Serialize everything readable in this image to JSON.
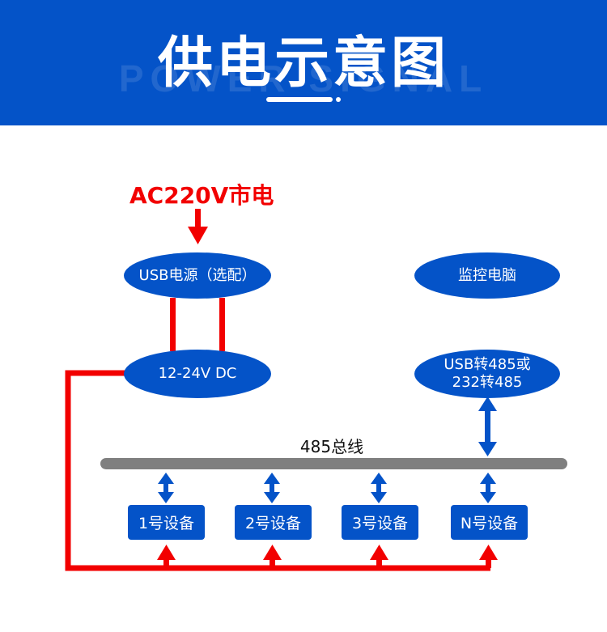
{
  "header": {
    "title": "供电示意图",
    "watermark": "POWER SIGNAL"
  },
  "diagram": {
    "mains_label": "AC220V市电",
    "usb_power": "USB电源（选配）",
    "monitor_pc": "监控电脑",
    "dc_supply": "12-24V DC",
    "converter_line1": "USB转485或",
    "converter_line2": "232转485",
    "bus_label": "485总线",
    "devices": [
      "1号设备",
      "2号设备",
      "3号设备",
      "N号设备"
    ]
  },
  "colors": {
    "blue": "#0453c8",
    "red": "#f20000",
    "bus": "#7f7f7f"
  }
}
